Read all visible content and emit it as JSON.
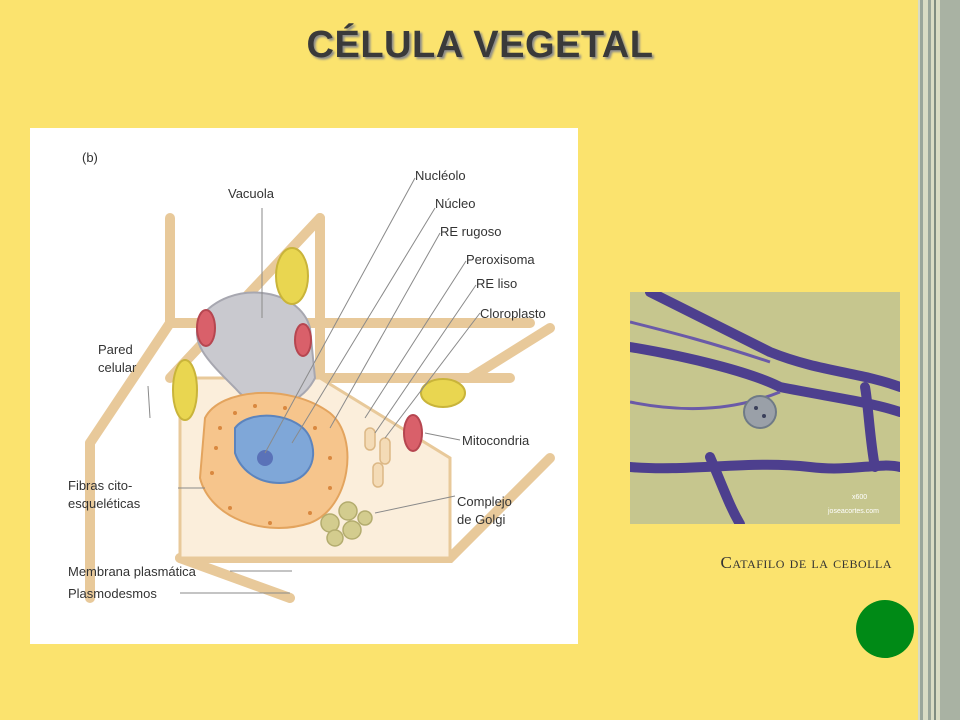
{
  "slide": {
    "title": "CÉLULA VEGETAL",
    "caption": "Catafilo de la cebolla"
  },
  "diagram": {
    "panel": "(b)",
    "labels": {
      "vacuola": "Vacuola",
      "nucleolo": "Nucléolo",
      "nucleo": "Núcleo",
      "re_rugoso": "RE rugoso",
      "peroxisoma": "Peroxisoma",
      "re_liso": "RE liso",
      "cloroplasto": "Cloroplasto",
      "pared_1": "Pared",
      "pared_2": "celular",
      "mitocondria": "Mitocondria",
      "fibras_1": "Fibras cito-",
      "fibras_2": "esqueléticas",
      "golgi_1": "Complejo",
      "golgi_2": "de Golgi",
      "membrana": "Membrana plasmática",
      "plasmodesmos": "Plasmodesmos"
    }
  },
  "micrograph": {
    "magnification": "x600",
    "watermark": "joseacortes.com"
  },
  "colors": {
    "background": "#fbe36e",
    "accent_dot": "#008a16",
    "title": "#3a3a3a"
  }
}
